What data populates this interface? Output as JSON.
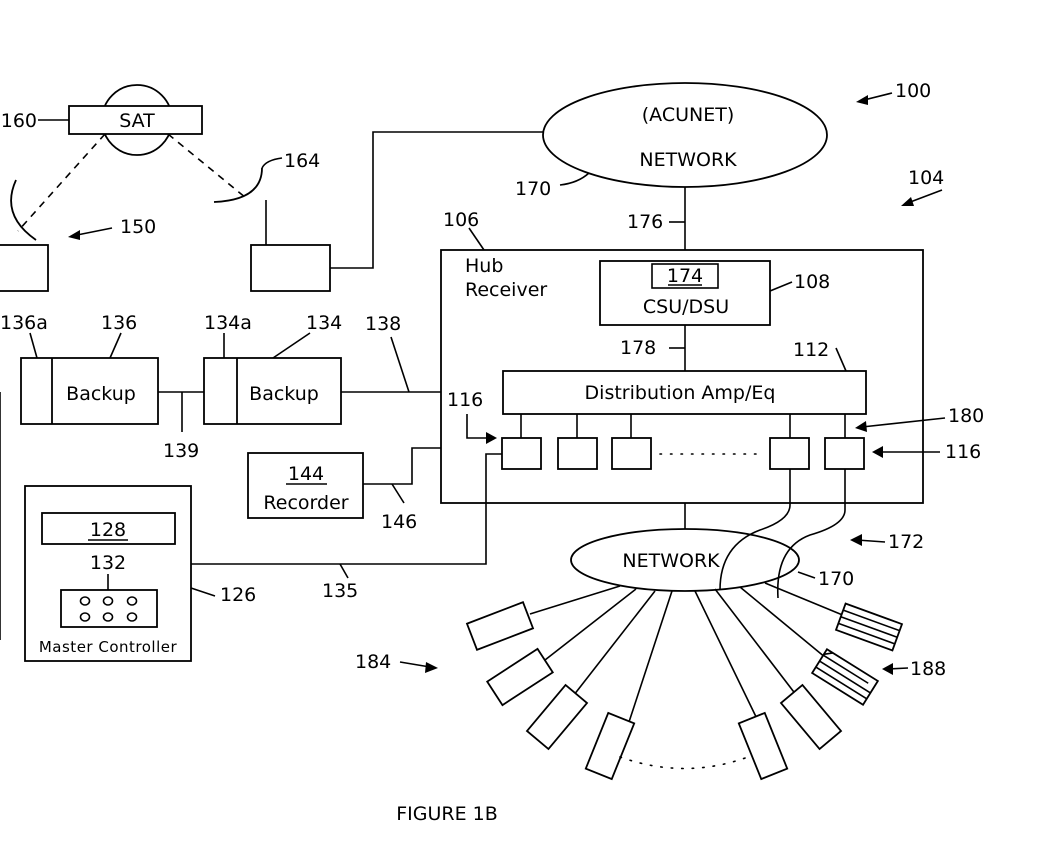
{
  "figure_caption": "FIGURE 1B",
  "refs": {
    "system": "100",
    "hub_side": "104",
    "hub": "106",
    "csu_dsu": "108",
    "dist_amp": "112",
    "port_left": "116",
    "port_right": "116",
    "master_controller": "126",
    "display": "128",
    "keypad": "132",
    "backup_a": "134",
    "backup_a_sub": "134a",
    "line_135": "135",
    "backup_b": "136",
    "backup_b_sub": "136a",
    "line_138": "138",
    "line_139": "139",
    "recorder": "144",
    "line_146": "146",
    "site": "150",
    "sat": "160",
    "dish": "164",
    "acunet_link": "170",
    "local_net": "170",
    "remote_side": "172",
    "csu_num": "174",
    "line_176": "176",
    "line_178": "178",
    "ports_group": "180",
    "terminals": "184",
    "hatched_terminals": "188"
  },
  "labels": {
    "sat": "SAT",
    "acunet": "(ACUNET)",
    "network_top": "NETWORK",
    "network_bottom": "NETWORK",
    "hub_line1": "Hub",
    "hub_line2": "Receiver",
    "csu_dsu": "CSU/DSU",
    "distribution": "Distribution Amp/Eq",
    "backup_1": "Backup",
    "backup_2": "Backup",
    "recorder": "Recorder",
    "master_controller": "Master Controller"
  }
}
